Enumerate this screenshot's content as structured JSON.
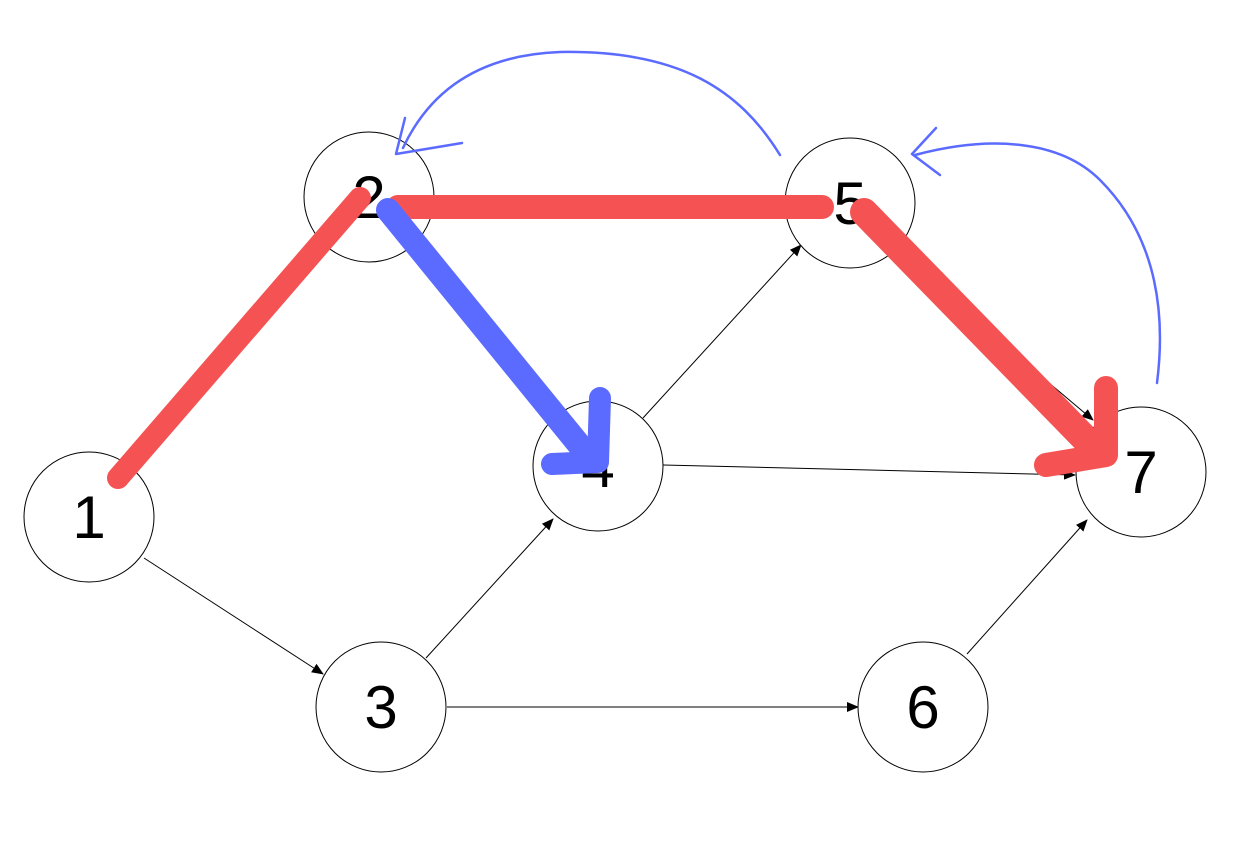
{
  "graph": {
    "nodes": [
      {
        "id": "1",
        "label": "1"
      },
      {
        "id": "2",
        "label": "2"
      },
      {
        "id": "3",
        "label": "3"
      },
      {
        "id": "4",
        "label": "4"
      },
      {
        "id": "5",
        "label": "5"
      },
      {
        "id": "6",
        "label": "6"
      },
      {
        "id": "7",
        "label": "7"
      }
    ],
    "edges": [
      {
        "from": "1",
        "to": "2"
      },
      {
        "from": "1",
        "to": "3"
      },
      {
        "from": "2",
        "to": "4"
      },
      {
        "from": "2",
        "to": "5"
      },
      {
        "from": "3",
        "to": "4"
      },
      {
        "from": "3",
        "to": "6"
      },
      {
        "from": "4",
        "to": "5"
      },
      {
        "from": "4",
        "to": "7"
      },
      {
        "from": "5",
        "to": "7"
      },
      {
        "from": "6",
        "to": "7"
      }
    ],
    "highlighted_path": {
      "color": "#f55353",
      "nodes": [
        "1",
        "2",
        "5",
        "7"
      ]
    },
    "blue_edge": {
      "color": "#5b6bff",
      "from": "2",
      "to": "4"
    },
    "back_arrows": {
      "color": "#5b6bff",
      "arrows": [
        {
          "from": "5",
          "to": "2"
        },
        {
          "from": "7",
          "to": "5"
        }
      ]
    }
  }
}
